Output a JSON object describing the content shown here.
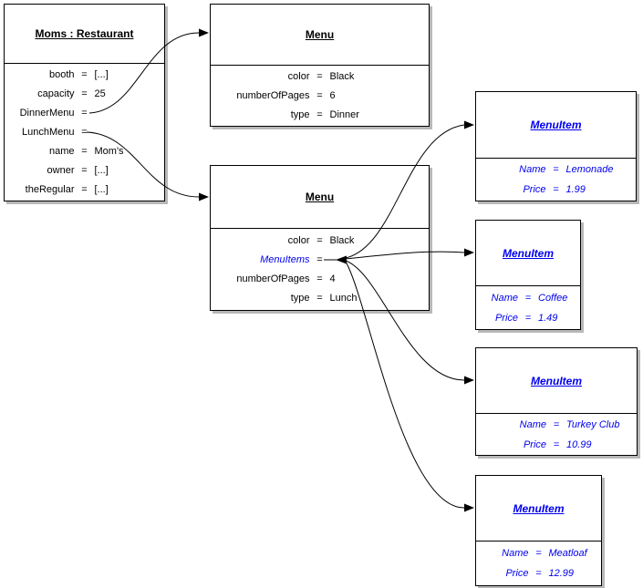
{
  "equals": "=",
  "colors": {
    "background": "#ffffff",
    "border": "#000000",
    "shadow": "#b8b8b8",
    "black_text": "#000000",
    "blue_text": "#0000ee"
  },
  "objects": [
    {
      "title": "Moms : Restaurant",
      "attributes": [
        {
          "name": "booth",
          "value": "[...]"
        },
        {
          "name": "capacity",
          "value": "25"
        },
        {
          "name": "DinnerMenu",
          "value": ""
        },
        {
          "name": "LunchMenu",
          "value": ""
        },
        {
          "name": "name",
          "value": "Mom's"
        },
        {
          "name": "owner",
          "value": "[...]"
        },
        {
          "name": "theRegular",
          "value": "[...]"
        }
      ]
    },
    {
      "title": "Menu",
      "attributes": [
        {
          "name": "color",
          "value": "Black"
        },
        {
          "name": "numberOfPages",
          "value": "6"
        },
        {
          "name": "type",
          "value": "Dinner"
        }
      ]
    },
    {
      "title": "Menu",
      "attributes": [
        {
          "name": "color",
          "value": "Black"
        },
        {
          "name": "MenuItems",
          "value": ""
        },
        {
          "name": "numberOfPages",
          "value": "4"
        },
        {
          "name": "type",
          "value": "Lunch"
        }
      ]
    },
    {
      "title": "MenuItem",
      "attributes": [
        {
          "name": "Name",
          "value": "Lemonade"
        },
        {
          "name": "Price",
          "value": "1.99"
        }
      ]
    },
    {
      "title": "MenuItem",
      "attributes": [
        {
          "name": "Name",
          "value": "Coffee"
        },
        {
          "name": "Price",
          "value": "1.49"
        }
      ]
    },
    {
      "title": "MenuItem",
      "attributes": [
        {
          "name": "Name",
          "value": "Turkey Club"
        },
        {
          "name": "Price",
          "value": "10.99"
        }
      ]
    },
    {
      "title": "MenuItem",
      "attributes": [
        {
          "name": "Name",
          "value": "Meatloaf"
        },
        {
          "name": "Price",
          "value": "12.99"
        }
      ]
    }
  ]
}
